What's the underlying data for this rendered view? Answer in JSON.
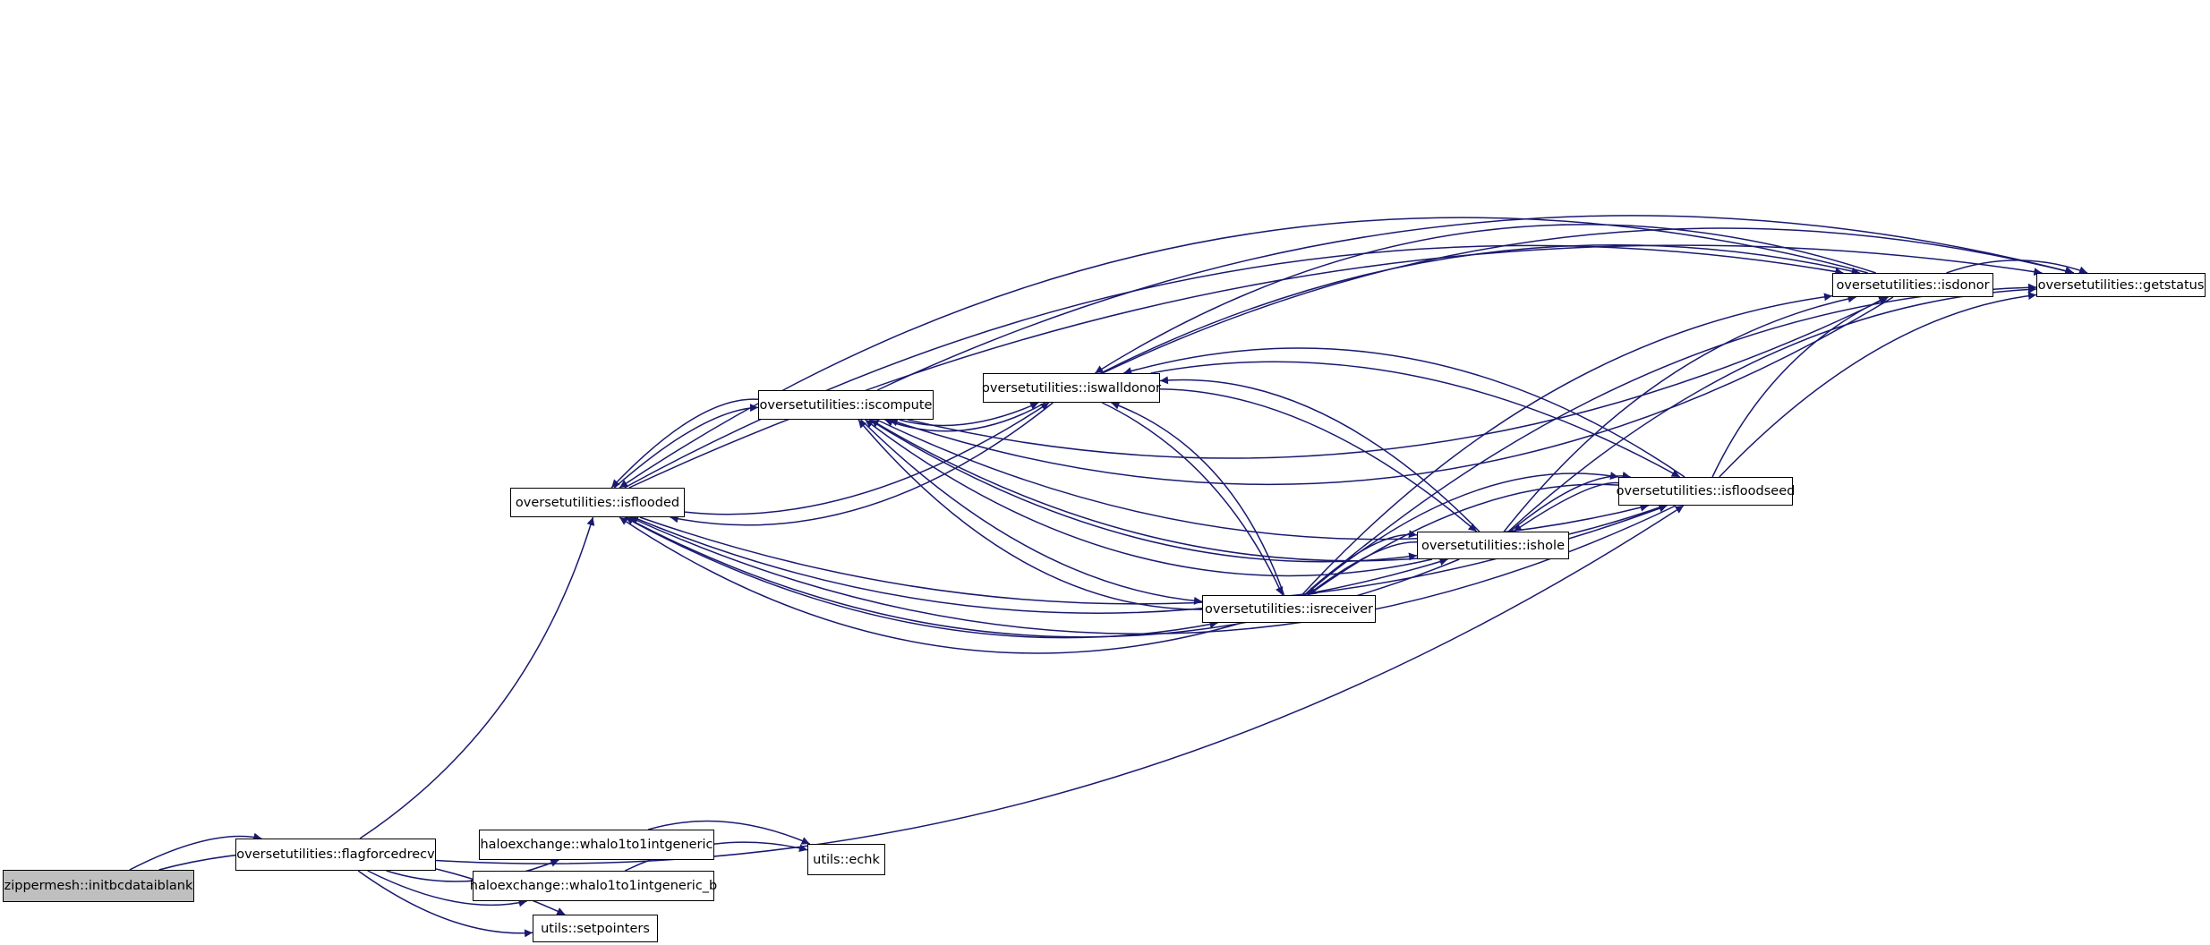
{
  "graph": {
    "type": "call-graph",
    "root": "zippermesh",
    "edge_color": "#191970",
    "root_fill": "#bfbfbf",
    "nodes": {
      "zippermesh": "zippermesh::initbcdataiblank",
      "flagforcedrecv": "oversetutilities::flagforcedrecv",
      "whalo": "haloexchange::whalo1to1intgeneric",
      "whalob": "haloexchange::whalo1to1intgeneric_b",
      "echk": "utils::echk",
      "setpointers": "utils::setpointers",
      "isflooded": "oversetutilities::isflooded",
      "iscompute": "oversetutilities::iscompute",
      "iswalldonor": "oversetutilities::iswalldonor",
      "isdonor": "oversetutilities::isdonor",
      "getstatus": "oversetutilities::getstatus",
      "isfloodseed": "oversetutilities::isfloodseed",
      "ishole": "oversetutilities::ishole",
      "isreceiver": "oversetutilities::isreceiver"
    },
    "edges": [
      [
        "zippermesh",
        "flagforcedrecv"
      ],
      [
        "zippermesh",
        "setpointers"
      ],
      [
        "flagforcedrecv",
        "isflooded"
      ],
      [
        "flagforcedrecv",
        "isfloodseed"
      ],
      [
        "flagforcedrecv",
        "whalo"
      ],
      [
        "flagforcedrecv",
        "whalob"
      ],
      [
        "flagforcedrecv",
        "setpointers"
      ],
      [
        "whalo",
        "echk"
      ],
      [
        "whalob",
        "echk"
      ],
      [
        "isflooded",
        "iscompute"
      ],
      [
        "isflooded",
        "iswalldonor"
      ],
      [
        "isflooded",
        "isdonor"
      ],
      [
        "isflooded",
        "getstatus"
      ],
      [
        "isflooded",
        "isreceiver"
      ],
      [
        "isflooded",
        "ishole"
      ],
      [
        "isflooded",
        "isfloodseed"
      ],
      [
        "iscompute",
        "isflooded"
      ],
      [
        "iscompute",
        "iswalldonor"
      ],
      [
        "iscompute",
        "isdonor"
      ],
      [
        "iscompute",
        "getstatus"
      ],
      [
        "iscompute",
        "isreceiver"
      ],
      [
        "iscompute",
        "ishole"
      ],
      [
        "iscompute",
        "isfloodseed"
      ],
      [
        "iswalldonor",
        "iscompute"
      ],
      [
        "iswalldonor",
        "isflooded"
      ],
      [
        "iswalldonor",
        "isdonor"
      ],
      [
        "iswalldonor",
        "getstatus"
      ],
      [
        "iswalldonor",
        "isreceiver"
      ],
      [
        "iswalldonor",
        "ishole"
      ],
      [
        "iswalldonor",
        "isfloodseed"
      ],
      [
        "isdonor",
        "getstatus"
      ],
      [
        "isdonor",
        "iswalldonor"
      ],
      [
        "isdonor",
        "iscompute"
      ],
      [
        "isdonor",
        "isflooded"
      ],
      [
        "isfloodseed",
        "isdonor"
      ],
      [
        "isfloodseed",
        "getstatus"
      ],
      [
        "isfloodseed",
        "iswalldonor"
      ],
      [
        "isfloodseed",
        "iscompute"
      ],
      [
        "isfloodseed",
        "isflooded"
      ],
      [
        "isfloodseed",
        "isreceiver"
      ],
      [
        "isfloodseed",
        "ishole"
      ],
      [
        "ishole",
        "isdonor"
      ],
      [
        "ishole",
        "getstatus"
      ],
      [
        "ishole",
        "iswalldonor"
      ],
      [
        "ishole",
        "iscompute"
      ],
      [
        "ishole",
        "isflooded"
      ],
      [
        "ishole",
        "isreceiver"
      ],
      [
        "ishole",
        "isfloodseed"
      ],
      [
        "isreceiver",
        "isdonor"
      ],
      [
        "isreceiver",
        "getstatus"
      ],
      [
        "isreceiver",
        "iswalldonor"
      ],
      [
        "isreceiver",
        "iscompute"
      ],
      [
        "isreceiver",
        "isflooded"
      ],
      [
        "isreceiver",
        "ishole"
      ],
      [
        "isreceiver",
        "isfloodseed"
      ]
    ]
  }
}
